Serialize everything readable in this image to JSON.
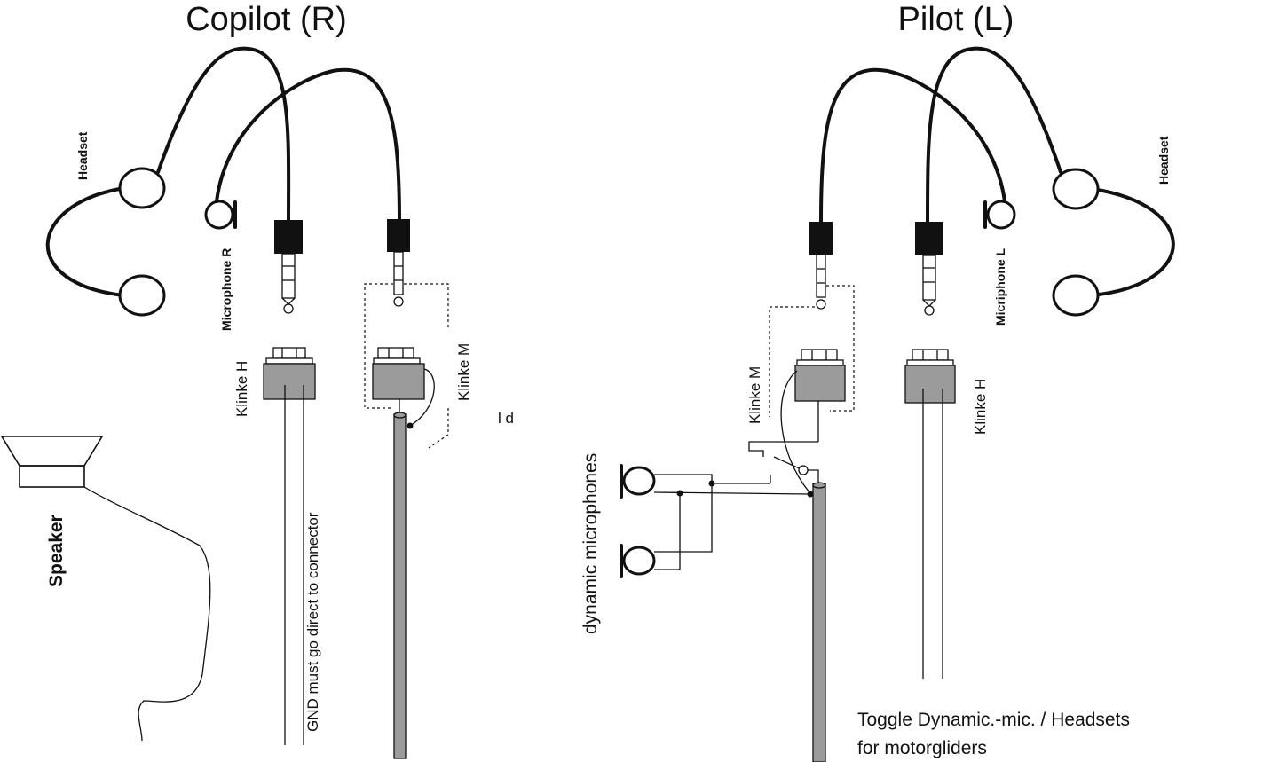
{
  "copilot": {
    "title": "Copilot (R)",
    "headset_label": "Headset",
    "microphone_label": "Microphone R",
    "jack_h_label": "Klinke H",
    "jack_m_label": "Klinke M",
    "note_label": "l d",
    "gnd_note": "GND must go direct to connector"
  },
  "pilot": {
    "title": "Pilot (L)",
    "headset_label": "Headset",
    "microphone_label": "Micriphone  L",
    "jack_h_label": "Klinke H",
    "jack_m_label": "Klinke M"
  },
  "speaker_label": "Speaker",
  "dynamic_mics_label": "dynamic microphones",
  "footer": {
    "line1": "Toggle  Dynamic.-mic. / Headsets",
    "line2": "for motorgliders"
  }
}
